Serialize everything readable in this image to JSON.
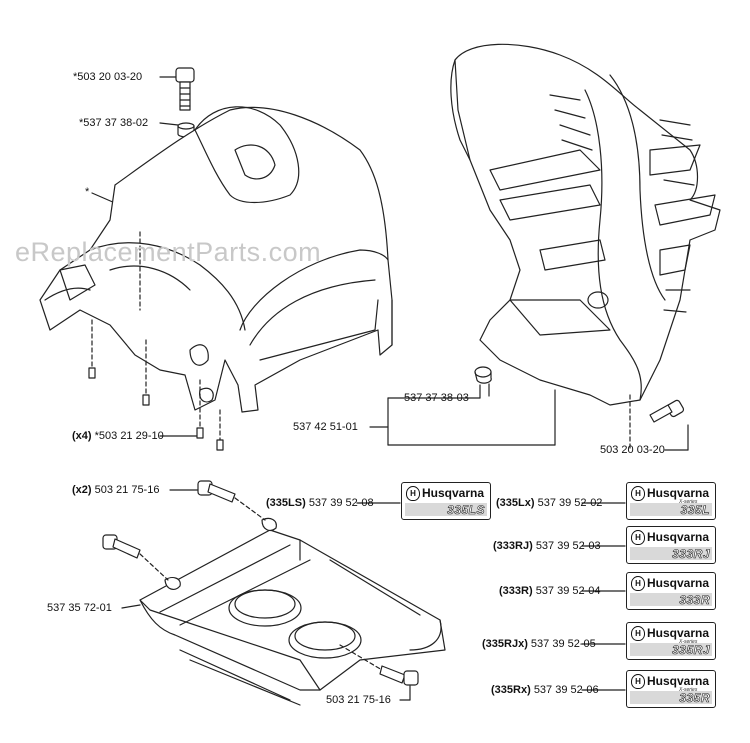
{
  "watermark": "eReplacementParts.com",
  "labels": {
    "screw_top": "*503 20 03-20",
    "washer_top": "*537 37 38-02",
    "asterisk": "*",
    "screws_x4_qty": "(x4)",
    "screws_x4_part": "*503 21 29-10",
    "cover_part": "537 42 51-01",
    "washer_right": "537 37 38-03",
    "screw_right": "503 20 03-20",
    "screws_x2_qty": "(x2)",
    "screws_x2_part": "503 21 75-16",
    "plate_part": "537 35 72-01",
    "screw_bottom": "503 21 75-16"
  },
  "decals": [
    {
      "model_code": "(335LS)",
      "part": "537 39 52-08",
      "brand": "Husqvarna",
      "series": "",
      "model": "335LS"
    },
    {
      "model_code": "(335Lx)",
      "part": "537 39 52-02",
      "brand": "Husqvarna",
      "series": "X-series",
      "model": "335L"
    },
    {
      "model_code": "(333RJ)",
      "part": "537 39 52-03",
      "brand": "Husqvarna",
      "series": "",
      "model": "333RJ"
    },
    {
      "model_code": "(333R)",
      "part": "537 39 52-04",
      "brand": "Husqvarna",
      "series": "",
      "model": "333R"
    },
    {
      "model_code": "(335RJx)",
      "part": "537 39 52-05",
      "brand": "Husqvarna",
      "series": "X-series",
      "model": "335RJ"
    },
    {
      "model_code": "(335Rx)",
      "part": "537 39 52-06",
      "brand": "Husqvarna",
      "series": "X-series",
      "model": "335R"
    }
  ]
}
